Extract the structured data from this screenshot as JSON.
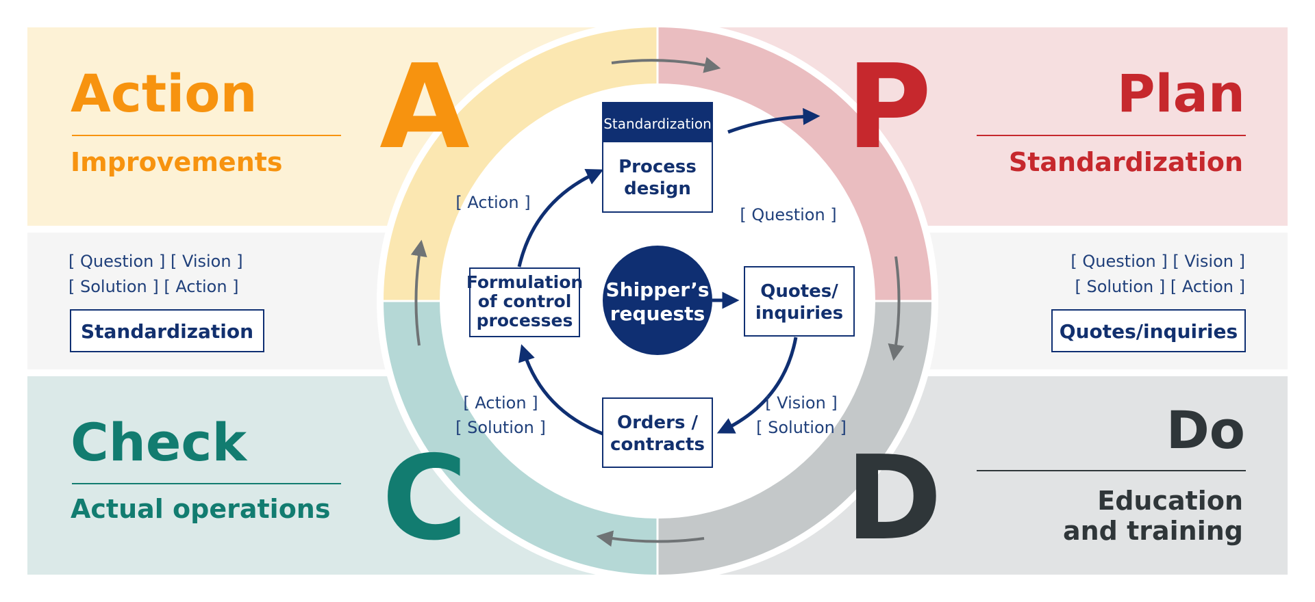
{
  "colors": {
    "action": "#f7930f",
    "plan": "#c6282d",
    "check": "#127c70",
    "do": "#2f3639",
    "navy": "#0f2f72"
  },
  "quadrants": {
    "action": {
      "letter": "A",
      "title": "Action",
      "subtitle": "Improvements",
      "tags_line1": "[ Question ]  [ Vision ]",
      "tags_line2": "[ Solution ] [ Action ]",
      "box": "Standardization"
    },
    "plan": {
      "letter": "P",
      "title": "Plan",
      "subtitle": "Standardization",
      "tags_line1": "[ Question ]  [ Vision ]",
      "tags_line2": "[ Solution ] [ Action ]",
      "box": "Quotes/inquiries"
    },
    "check": {
      "letter": "C",
      "title": "Check",
      "subtitle": "Actual operations"
    },
    "do": {
      "letter": "D",
      "title": "Do",
      "subtitle_line1": "Education",
      "subtitle_line2": "and training"
    }
  },
  "cycle": {
    "center_line1": "Shipper’s",
    "center_line2": "requests",
    "process_header": "Standardization",
    "process_line1": "Process",
    "process_line2": "design",
    "quotes_line1": "Quotes/",
    "quotes_line2": "inquiries",
    "orders_line1": "Orders /",
    "orders_line2": "contracts",
    "formulation_line1": "Formulation",
    "formulation_line2": "of control",
    "formulation_line3": "processes",
    "tag_question": "[ Question ]",
    "tag_action": "[ Action ]",
    "tag_vision": "[ Vision ]",
    "tag_solution_right": "[ Solution ]",
    "tag_action_left": "[ Action ]",
    "tag_solution_left": "[ Solution ]"
  }
}
